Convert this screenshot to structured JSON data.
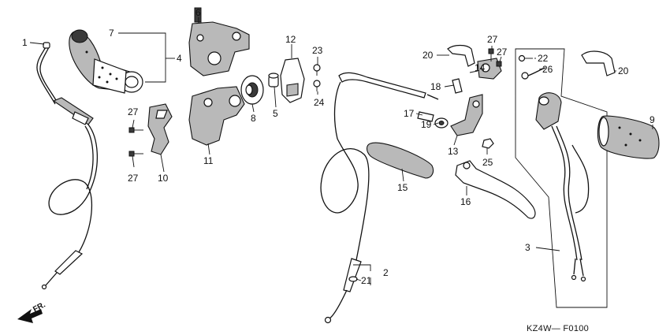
{
  "diagram": {
    "code": "KZ4W— F0100",
    "front_indicator": "FR.",
    "callouts": [
      {
        "id": "c1",
        "text": "1"
      },
      {
        "id": "c2",
        "text": "2"
      },
      {
        "id": "c3",
        "text": "3"
      },
      {
        "id": "c4",
        "text": "4"
      },
      {
        "id": "c5",
        "text": "5"
      },
      {
        "id": "c6",
        "text": "6"
      },
      {
        "id": "c7",
        "text": "7"
      },
      {
        "id": "c8",
        "text": "8"
      },
      {
        "id": "c9",
        "text": "9"
      },
      {
        "id": "c10",
        "text": "10"
      },
      {
        "id": "c11",
        "text": "11"
      },
      {
        "id": "c12",
        "text": "12"
      },
      {
        "id": "c13",
        "text": "13"
      },
      {
        "id": "c14",
        "text": "14"
      },
      {
        "id": "c15",
        "text": "15"
      },
      {
        "id": "c16",
        "text": "16"
      },
      {
        "id": "c17",
        "text": "17"
      },
      {
        "id": "c18",
        "text": "18"
      },
      {
        "id": "c19",
        "text": "19"
      },
      {
        "id": "c20a",
        "text": "20"
      },
      {
        "id": "c20b",
        "text": "20"
      },
      {
        "id": "c21",
        "text": "21"
      },
      {
        "id": "c22",
        "text": "22"
      },
      {
        "id": "c23",
        "text": "23"
      },
      {
        "id": "c24",
        "text": "24"
      },
      {
        "id": "c25",
        "text": "25"
      },
      {
        "id": "c26",
        "text": "26"
      },
      {
        "id": "c27a",
        "text": "27"
      },
      {
        "id": "c27b",
        "text": "27"
      },
      {
        "id": "c27c",
        "text": "27"
      },
      {
        "id": "c27d",
        "text": "27"
      }
    ]
  }
}
